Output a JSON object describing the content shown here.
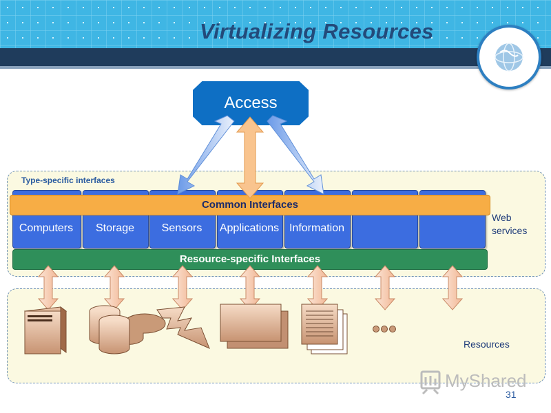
{
  "slide": {
    "title": "Virtualizing Resources",
    "page_number": "31",
    "watermark": "MyShared"
  },
  "access": {
    "label": "Access"
  },
  "interfaces": {
    "type_specific": "Type-specific interfaces",
    "common": "Common Interfaces",
    "resource_specific": "Resource-specific Interfaces",
    "web_services_line1": "Web",
    "web_services_line2": "services"
  },
  "cells": [
    {
      "label": "Computers"
    },
    {
      "label": "Storage"
    },
    {
      "label": "Sensors"
    },
    {
      "label": "Applications"
    },
    {
      "label": "Information"
    },
    {
      "label": ""
    },
    {
      "label": ""
    }
  ],
  "resources": {
    "label": "Resources",
    "icons": [
      "server-icon",
      "database-icon",
      "lightning-icon",
      "application-window-icon",
      "document-stack-icon",
      "ellipsis-icon"
    ]
  },
  "colors": {
    "header": "#3fb6e4",
    "header_band": "#1f3c5c",
    "access": "#0e6fc4",
    "cell": "#3c6de0",
    "common": "#f7ad45",
    "resource_bar": "#2f8f5a",
    "panel": "#fbf9e1",
    "arrow": "#f8d4bd"
  }
}
